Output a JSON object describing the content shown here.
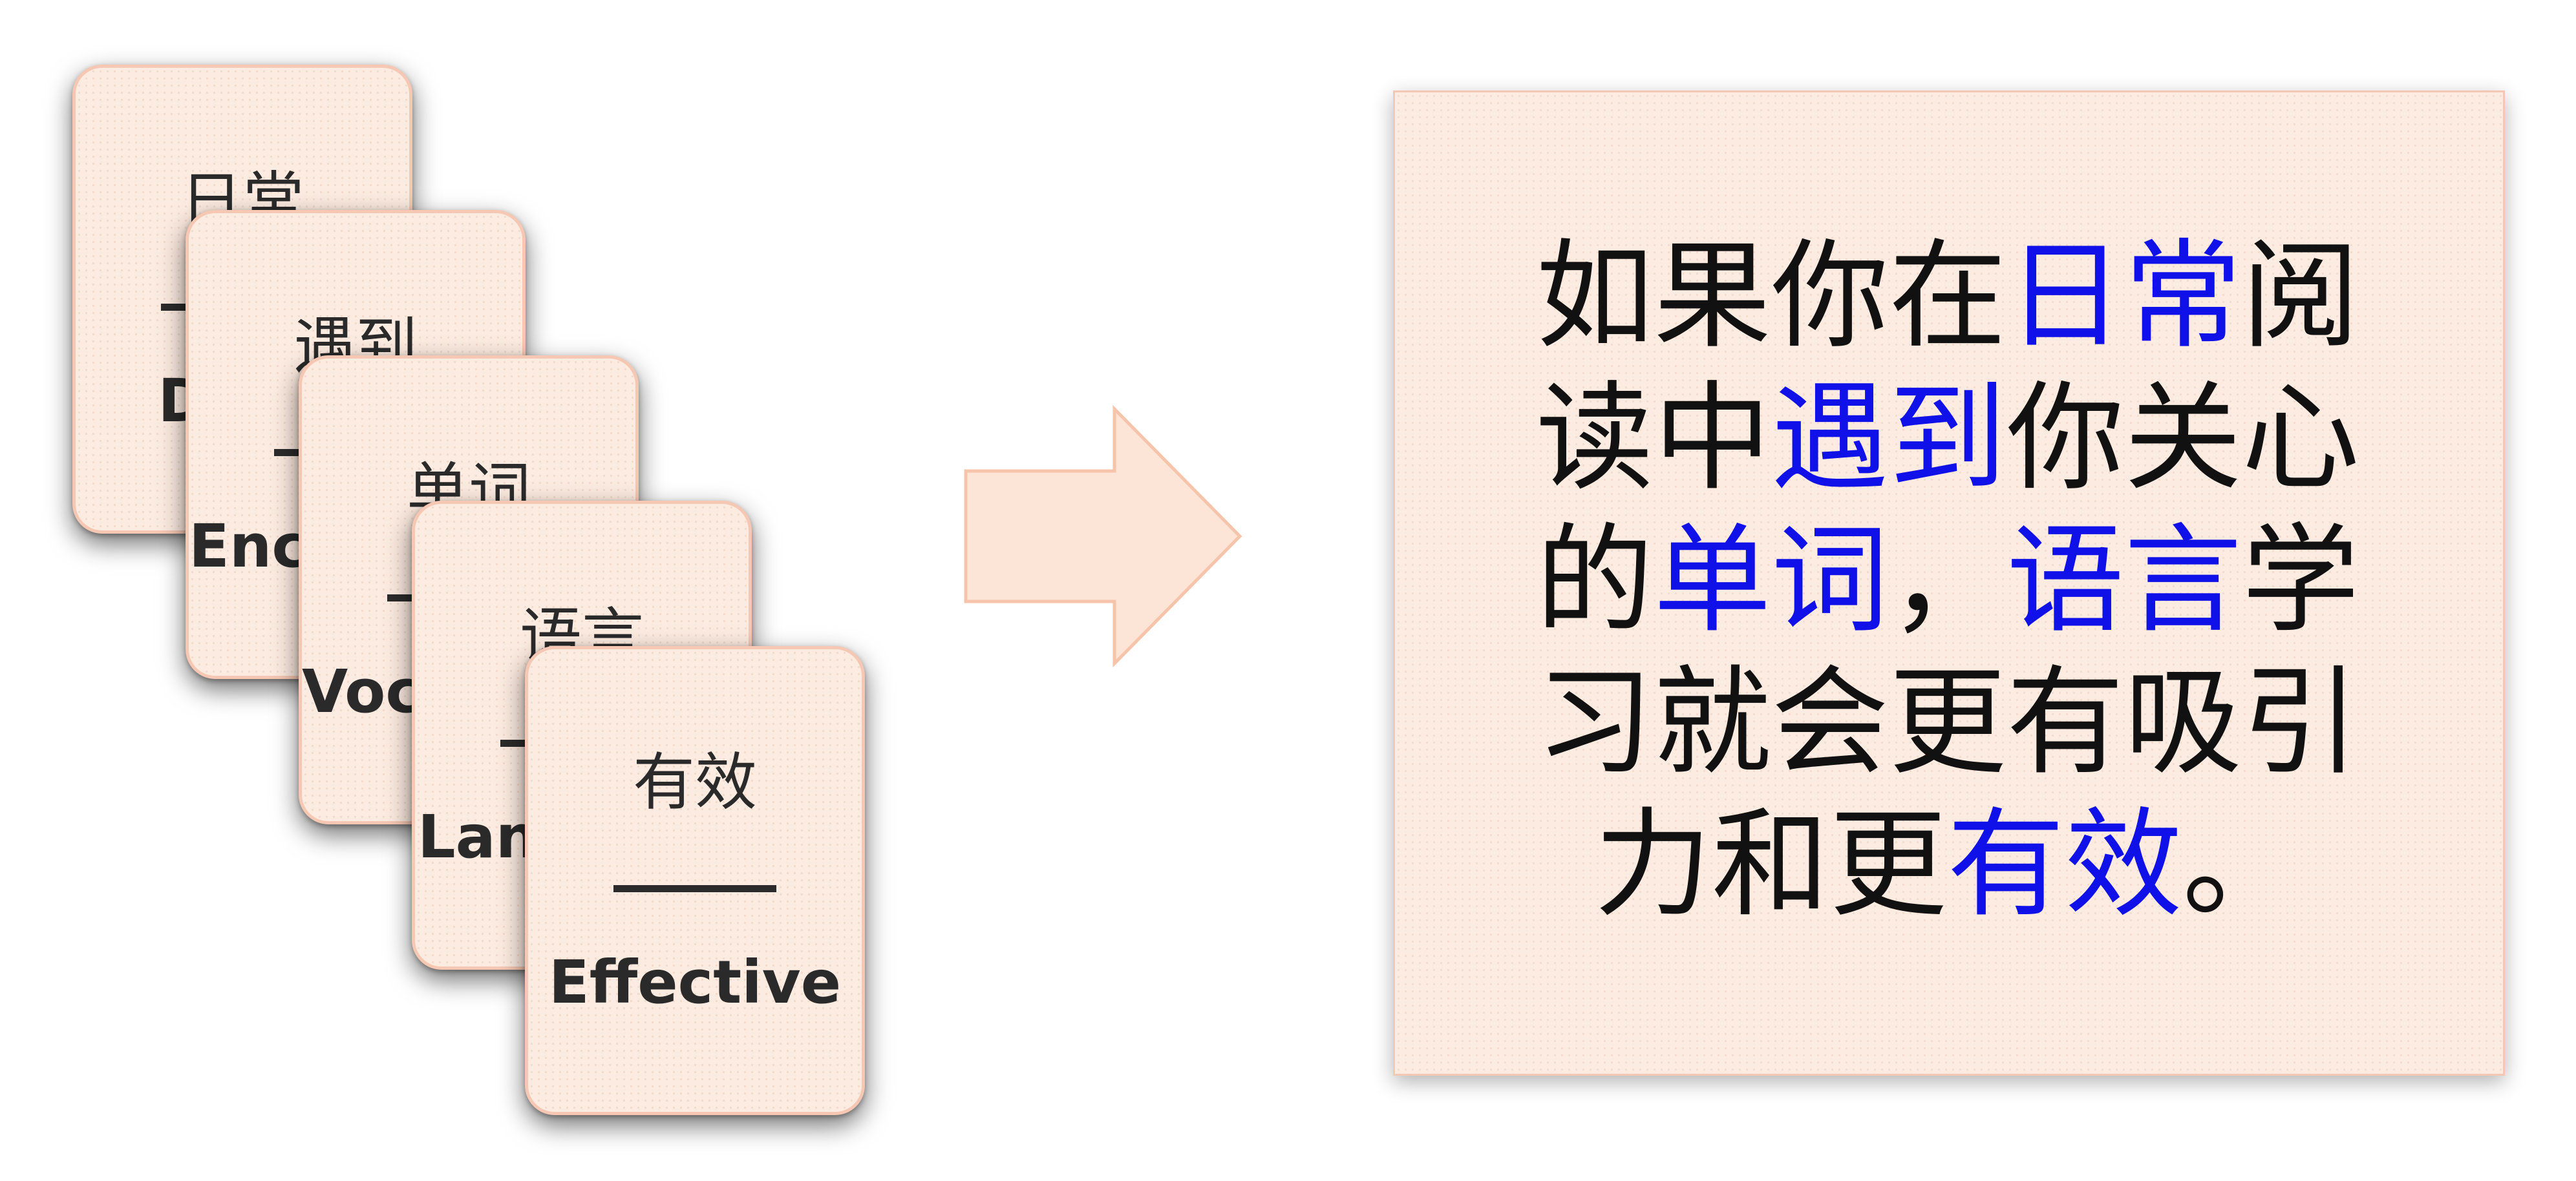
{
  "cards": [
    {
      "zh": "日常",
      "en": "Daily"
    },
    {
      "zh": "遇到",
      "en": "Encounter"
    },
    {
      "zh": "单词",
      "en": "Vocabulary"
    },
    {
      "zh": "语言",
      "en": "Language"
    },
    {
      "zh": "有效",
      "en": "Effective"
    }
  ],
  "panel": {
    "segments": [
      {
        "text": "如果你在",
        "highlight": false
      },
      {
        "text": "日常",
        "highlight": true
      },
      {
        "text": "阅读中",
        "highlight": false
      },
      {
        "text": "遇到",
        "highlight": true
      },
      {
        "text": "你关心的",
        "highlight": false
      },
      {
        "text": "单词",
        "highlight": true
      },
      {
        "text": "，",
        "highlight": false
      },
      {
        "text": "语言",
        "highlight": true
      },
      {
        "text": "学习就会更有吸引力和更",
        "highlight": false
      },
      {
        "text": "有效",
        "highlight": true
      },
      {
        "text": "。",
        "highlight": false
      }
    ]
  },
  "colors": {
    "card_fill": "#fcebe0",
    "card_border": "#f6c8b3",
    "arrow_fill": "#fce4d6",
    "arrow_stroke": "#f5c4ab",
    "highlight": "#1010e8",
    "text": "#111111"
  }
}
